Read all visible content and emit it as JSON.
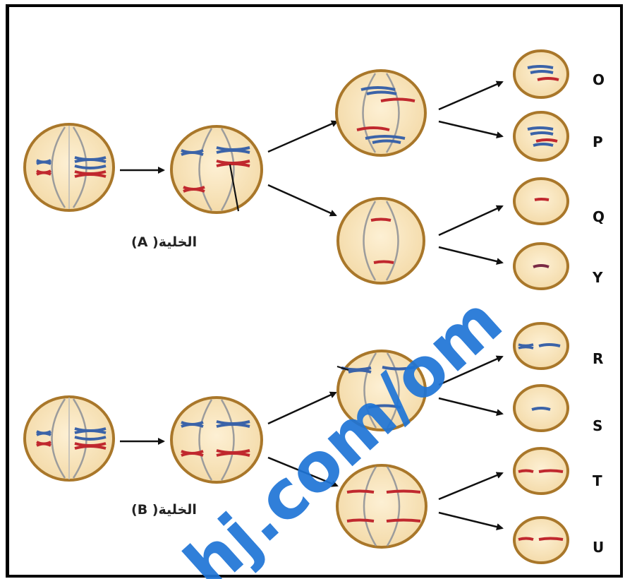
{
  "cell_labels": {
    "a": "الخلية( A)",
    "b": "الخلية( B)"
  },
  "result_letters": {
    "o": "O",
    "p": "P",
    "q": "Q",
    "y": "Y",
    "r": "R",
    "s": "S",
    "t": "T",
    "u": "U"
  },
  "watermark": "hj.com/om",
  "colors": {
    "cell_fill": "#f8e2b8",
    "cell_border": "#a9772a",
    "chromosome_blue": "#3b63a8",
    "chromosome_red": "#c0282e",
    "spindle": "#9c9c9c",
    "arrow": "#111111",
    "watermark": "#1e74d6"
  }
}
